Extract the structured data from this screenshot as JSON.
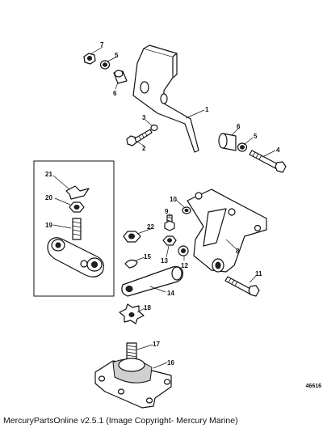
{
  "diagram": {
    "callouts": {
      "c1": "1",
      "c2": "2",
      "c3": "3",
      "c4": "4",
      "c5a": "5",
      "c5b": "5",
      "c6a": "6",
      "c6b": "6",
      "c7": "7",
      "c8": "8",
      "c9": "9",
      "c10": "10",
      "c11": "11",
      "c12": "12",
      "c13": "13",
      "c14": "14",
      "c15": "15",
      "c16": "16",
      "c17": "17",
      "c18": "18",
      "c19": "19",
      "c20": "20",
      "c21": "21",
      "c22": "22"
    },
    "doc_number": "46616",
    "copyright": "MercuryPartsOnline v2.5.1 (Image Copyright- Mercury Marine)"
  }
}
